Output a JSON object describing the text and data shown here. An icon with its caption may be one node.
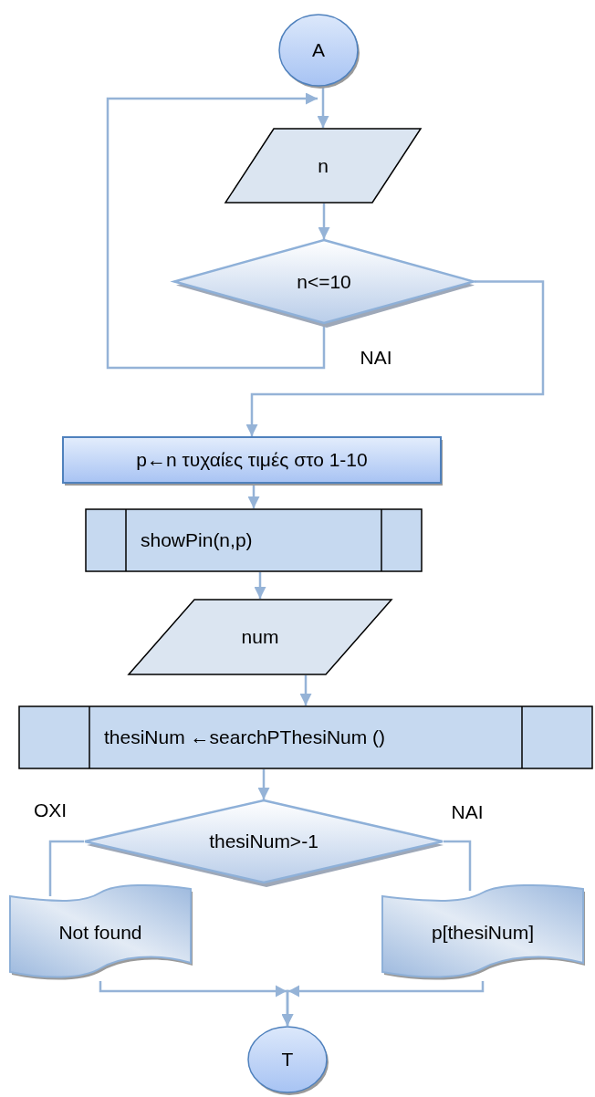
{
  "diagram": {
    "nodes": [
      {
        "text": [
          "A"
        ]
      },
      {
        "text": [
          "n"
        ]
      },
      {
        "text": [
          "n<=10"
        ]
      },
      {
        "text": [
          "p←n τυχαίες τιμές στο 1-10"
        ]
      },
      {
        "text": [
          "showPin(n,p)"
        ]
      },
      {
        "text": [
          "num"
        ]
      },
      {
        "text": [
          "thesiNum ←searchPThesiNum ()"
        ]
      },
      {
        "text": [
          "thesiNum>-1"
        ]
      },
      {
        "text": [
          "Not found"
        ]
      },
      {
        "text": [
          "p[thesiNum]"
        ]
      },
      {
        "text": [
          "T"
        ]
      }
    ],
    "edges": [
      {
        "from": 0,
        "to": 1,
        "arrow": "to"
      },
      {
        "from": 1,
        "to": 2,
        "arrow": "to"
      },
      {
        "from": 2,
        "to": 1,
        "arrow": "to",
        "label": "NAI"
      },
      {
        "from": 2,
        "to": 3,
        "arrow": "to"
      },
      {
        "from": 3,
        "to": 4,
        "arrow": "to"
      },
      {
        "from": 4,
        "to": 5,
        "arrow": "to"
      },
      {
        "from": 5,
        "to": 6,
        "arrow": "to"
      },
      {
        "from": 6,
        "to": 7,
        "arrow": "to"
      },
      {
        "from": 7,
        "to": 8,
        "arrow": "none",
        "label": "OXI"
      },
      {
        "from": 7,
        "to": 9,
        "arrow": "none",
        "label": "NAI"
      },
      {
        "from": 8,
        "to": 10,
        "arrow": "to"
      },
      {
        "from": 9,
        "to": 10,
        "arrow": "to"
      }
    ]
  }
}
